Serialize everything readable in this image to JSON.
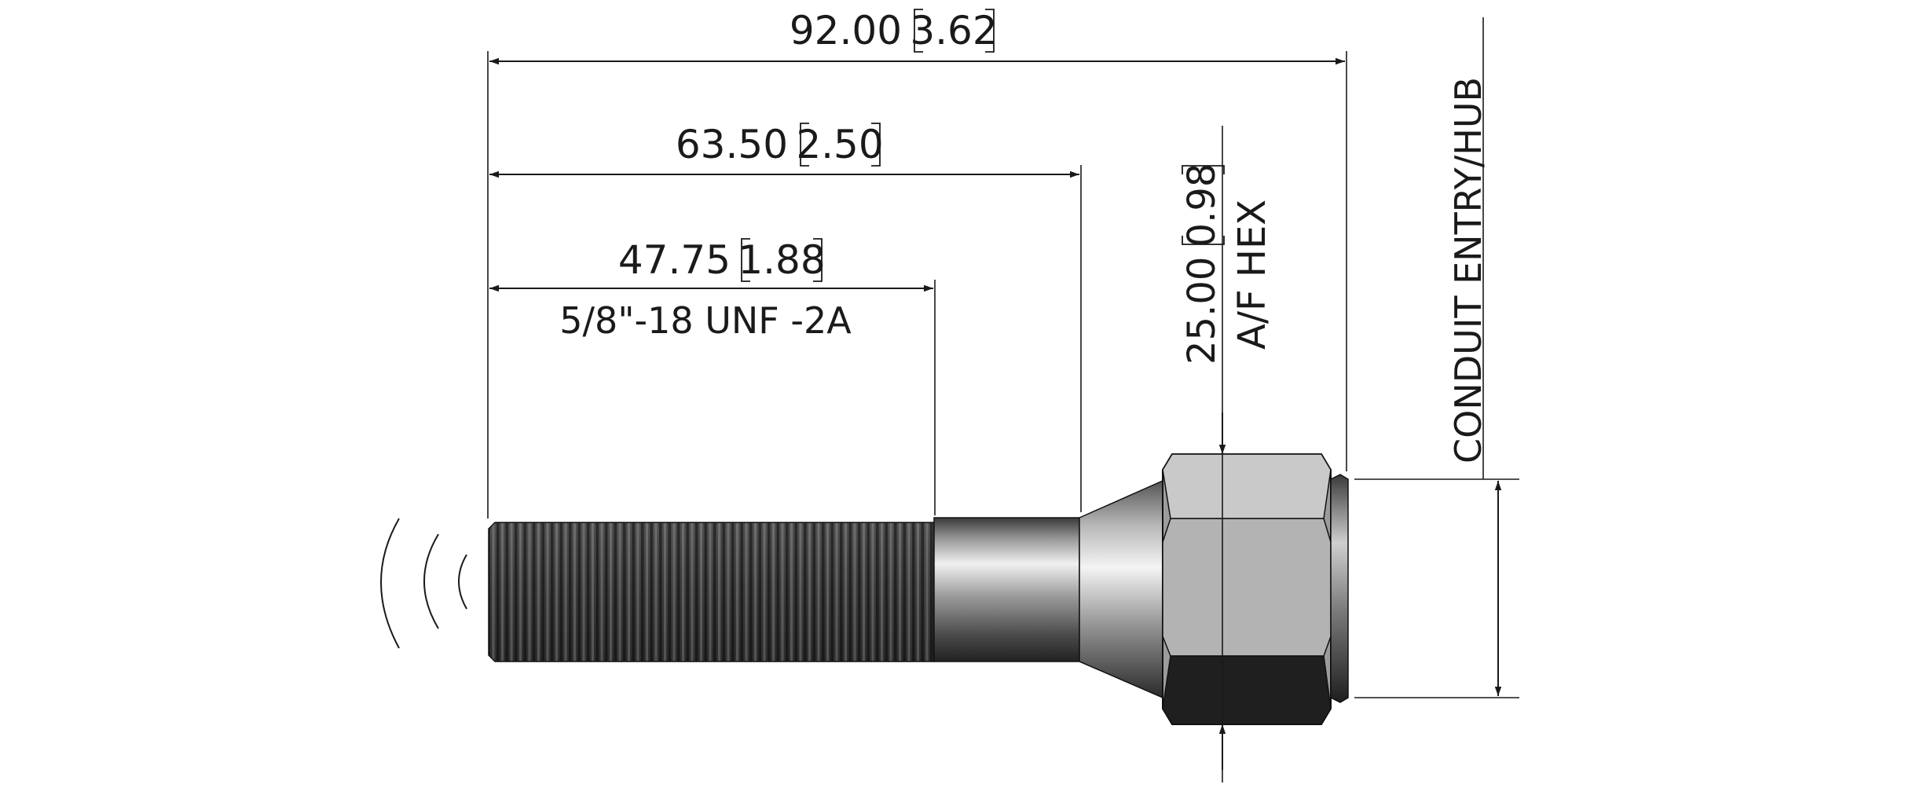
{
  "dimensions": {
    "overall": {
      "value": "92.00",
      "inch": "3.62"
    },
    "body": {
      "value": "63.50",
      "inch": "2.50"
    },
    "thread": {
      "value": "47.75",
      "inch": "1.88",
      "spec": "5/8\"-18 UNF -2A"
    },
    "hex": {
      "value": "25.00",
      "inch": "0.98",
      "note": "A/F HEX"
    },
    "hub": {
      "label": "CONDUIT ENTRY/HUB"
    }
  }
}
